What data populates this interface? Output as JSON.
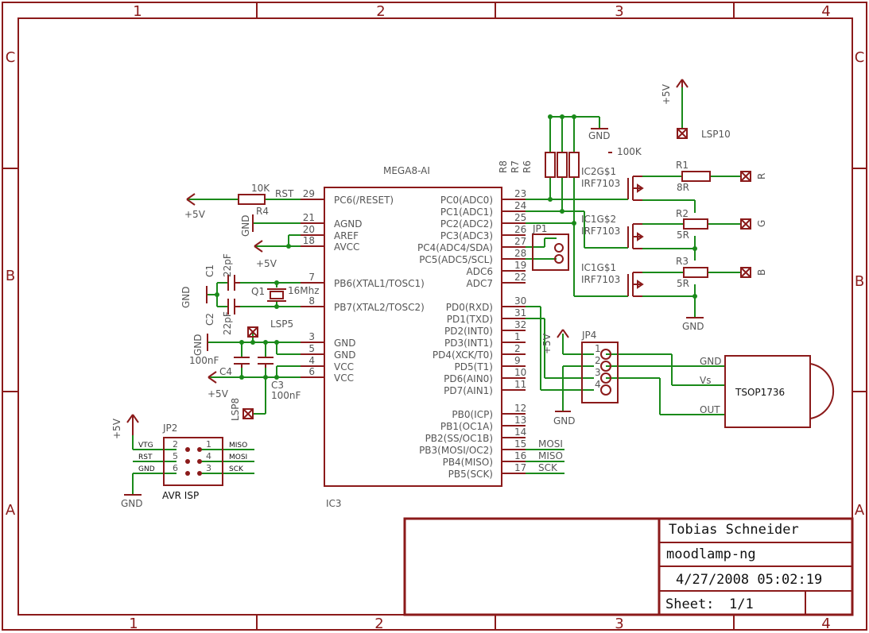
{
  "frame": {
    "columns": [
      "1",
      "2",
      "3",
      "4"
    ],
    "rows": [
      "C",
      "B",
      "A"
    ]
  },
  "title_block": {
    "author": "Tobias Schneider",
    "project": "moodlamp-ng",
    "datetime": "4/27/2008 05:02:19",
    "sheet_label": "Sheet:",
    "sheet_value": "1/1"
  },
  "ic3": {
    "part": "MEGA8-AI",
    "name": "IC3",
    "left_pins": [
      {
        "num": "29",
        "label": "PC6(/RESET)"
      },
      {
        "num": "21",
        "label": "AGND"
      },
      {
        "num": "20",
        "label": "AREF"
      },
      {
        "num": "18",
        "label": "AVCC"
      },
      {
        "num": "7",
        "label": "PB6(XTAL1/TOSC1)"
      },
      {
        "num": "8",
        "label": "PB7(XTAL2/TOSC2)"
      },
      {
        "num": "3",
        "label": "GND"
      },
      {
        "num": "5",
        "label": "GND"
      },
      {
        "num": "4",
        "label": "VCC"
      },
      {
        "num": "6",
        "label": "VCC"
      }
    ],
    "right_pins": [
      {
        "num": "23",
        "label": "PC0(ADC0)"
      },
      {
        "num": "24",
        "label": "PC1(ADC1)"
      },
      {
        "num": "25",
        "label": "PC2(ADC2)"
      },
      {
        "num": "26",
        "label": "PC3(ADC3)"
      },
      {
        "num": "27",
        "label": "PC4(ADC4/SDA)"
      },
      {
        "num": "28",
        "label": "PC5(ADC5/SCL)"
      },
      {
        "num": "19",
        "label": "ADC6"
      },
      {
        "num": "22",
        "label": "ADC7"
      },
      {
        "num": "30",
        "label": "PD0(RXD)"
      },
      {
        "num": "31",
        "label": "PD1(TXD)"
      },
      {
        "num": "32",
        "label": "PD2(INT0)"
      },
      {
        "num": "1",
        "label": "PD3(INT1)"
      },
      {
        "num": "2",
        "label": "PD4(XCK/T0)"
      },
      {
        "num": "9",
        "label": "PD5(T1)"
      },
      {
        "num": "10",
        "label": "PD6(AIN0)"
      },
      {
        "num": "11",
        "label": "PD7(AIN1)"
      },
      {
        "num": "12",
        "label": "PB0(ICP)"
      },
      {
        "num": "13",
        "label": "PB1(OC1A)"
      },
      {
        "num": "14",
        "label": "PB2(SS/OC1B)"
      },
      {
        "num": "15",
        "label": "PB3(MOSI/OC2)"
      },
      {
        "num": "16",
        "label": "PB4(MISO)"
      },
      {
        "num": "17",
        "label": "PB5(SCK)"
      }
    ]
  },
  "labels": {
    "vcc": "+5V",
    "gnd": "GND",
    "rst": "RST",
    "r4_value": "10K",
    "r4_name": "R4",
    "c1_name": "C1",
    "c1_value": "22pF",
    "c2_name": "C2",
    "c2_value": "22pF",
    "q1_name": "Q1",
    "q1_value": "16Mhz",
    "lsp5": "LSP5",
    "lsp8": "LSP8",
    "lsp10": "LSP10",
    "c4_name": "C4",
    "c4_value": "100nF",
    "c3_name": "C3",
    "c3_value": "100nF",
    "r_arr_names": [
      "R8",
      "R7",
      "R6"
    ],
    "r_arr_value": "100K",
    "jp1": "JP1",
    "jp4": "JP4",
    "jp4_pins": [
      "1",
      "2",
      "3",
      "4"
    ],
    "mosfets": [
      {
        "name": "IC2G$1",
        "part": "IRF7103"
      },
      {
        "name": "IC1G$2",
        "part": "IRF7103"
      },
      {
        "name": "IC1G$1",
        "part": "IRF7103"
      }
    ],
    "resistors": [
      {
        "name": "R1",
        "value": "8R",
        "out": "R"
      },
      {
        "name": "R2",
        "value": "5R",
        "out": "G"
      },
      {
        "name": "R3",
        "value": "5R",
        "out": "B"
      }
    ],
    "tsop": {
      "name": "TSOP1736",
      "pins": [
        "GND",
        "Vs",
        "OUT"
      ]
    },
    "nets": {
      "mosi": "MOSI",
      "miso": "MISO",
      "sck": "SCK"
    },
    "jp2": {
      "name": "JP2",
      "caption": "AVR ISP",
      "left": [
        "VTG",
        "RST",
        "GND"
      ],
      "right": [
        "MISO",
        "MOSI",
        "SCK"
      ],
      "left_nums": [
        "2",
        "5",
        "6"
      ],
      "right_nums": [
        "1",
        "4",
        "3"
      ]
    }
  },
  "colors": {
    "frame": "#8b1a1a",
    "wire": "#1a8a1a",
    "text": "#555555"
  }
}
